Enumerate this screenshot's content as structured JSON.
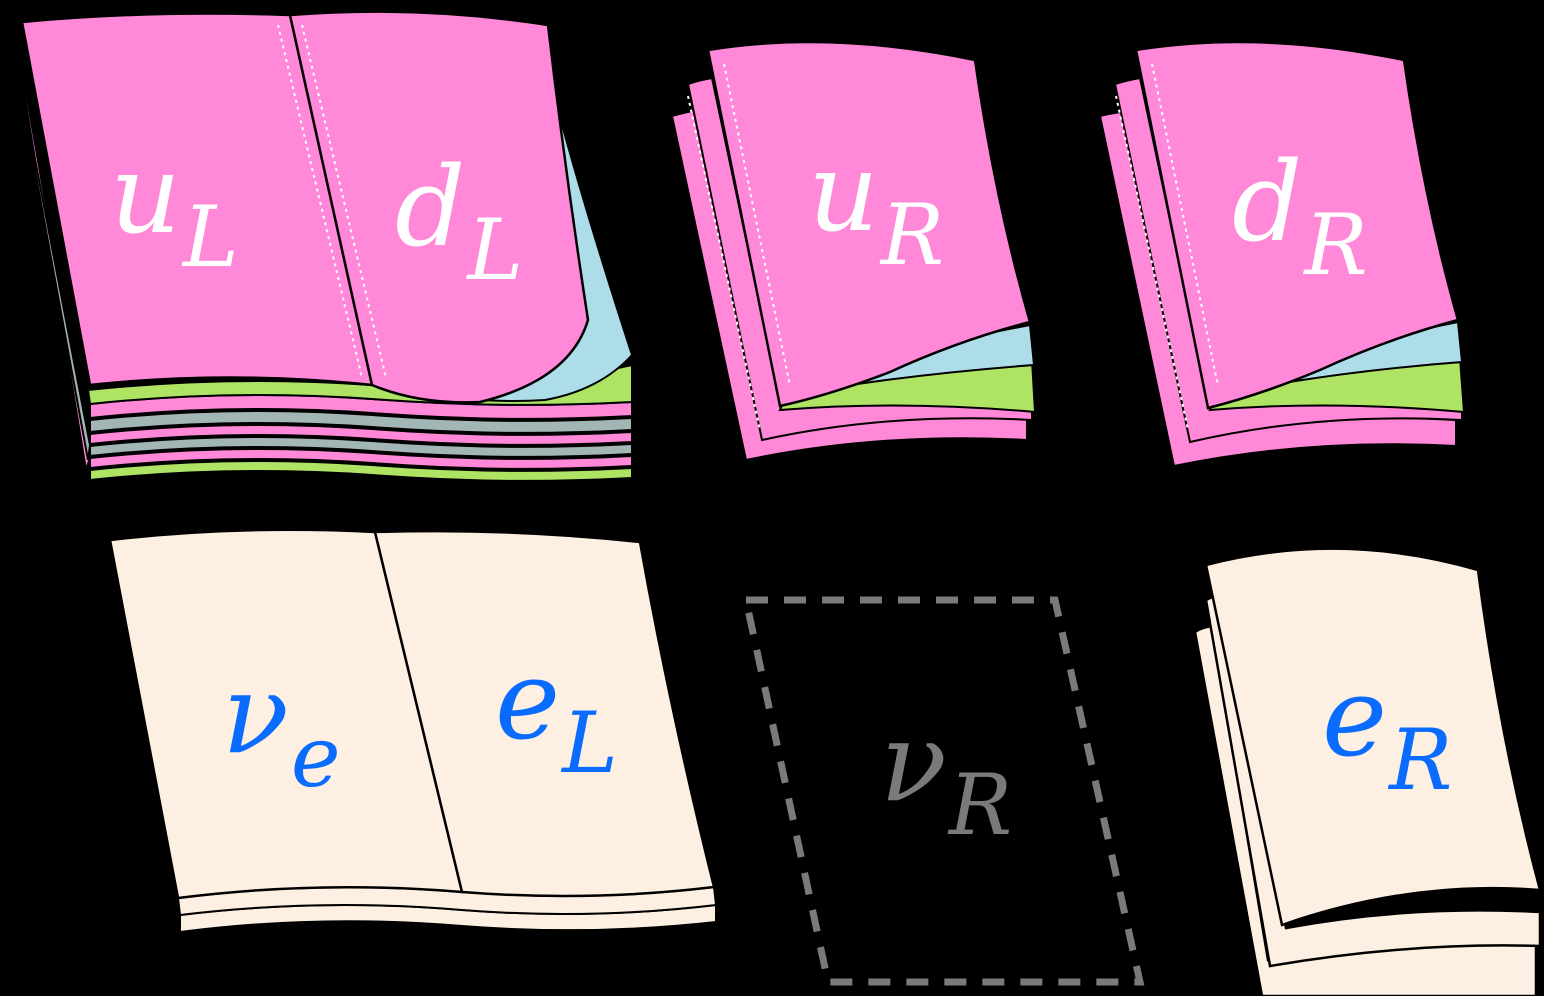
{
  "colors": {
    "background": "#000000",
    "quark_page": "#ff88d8",
    "layer_blue": "#acdde9",
    "layer_green": "#aee364",
    "layer_grey": "#a2b6b6",
    "lepton_page": "#fdefe2",
    "quark_text": "#ffffff",
    "lepton_text": "#0a6cff",
    "missing": "#7a7a7a",
    "outline": "#000000"
  },
  "books": [
    {
      "id": "quark-left-doublet",
      "kind": "open",
      "family": "quark",
      "labels": [
        {
          "base": "u",
          "sub": "L"
        },
        {
          "base": "d",
          "sub": "L"
        }
      ]
    },
    {
      "id": "up-right",
      "kind": "single",
      "family": "quark",
      "labels": [
        {
          "base": "u",
          "sub": "R"
        }
      ]
    },
    {
      "id": "down-right",
      "kind": "single",
      "family": "quark",
      "labels": [
        {
          "base": "d",
          "sub": "R"
        }
      ]
    },
    {
      "id": "lepton-left-doublet",
      "kind": "open",
      "family": "lepton",
      "labels": [
        {
          "base": "ν",
          "sub": "e"
        },
        {
          "base": "e",
          "sub": "L"
        }
      ]
    },
    {
      "id": "neutrino-right",
      "kind": "missing",
      "family": "missing",
      "labels": [
        {
          "base": "ν",
          "sub": "R"
        }
      ]
    },
    {
      "id": "electron-right",
      "kind": "single",
      "family": "lepton",
      "labels": [
        {
          "base": "e",
          "sub": "R"
        }
      ]
    }
  ]
}
